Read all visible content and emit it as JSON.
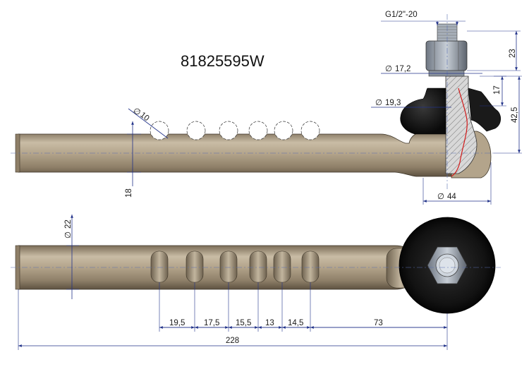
{
  "part_number": "81825595W",
  "dims": {
    "thread": "G1/2\"-20",
    "d_top": "23",
    "d_17_2": "17,2",
    "d_17": "17",
    "d_19_3": "19,3",
    "d_42_5": "42,5",
    "d_10": "10",
    "d_18": "18",
    "d_44": "44",
    "d_22": "22",
    "s1": "19,5",
    "s2": "17,5",
    "s3": "15,5",
    "s4": "13",
    "s5": "14,5",
    "s6": "73",
    "total": "228"
  },
  "colors": {
    "rod": "#b3a48b",
    "boot": "#151515",
    "nut": "#9aa3ae",
    "dimension": "#22338a",
    "seal_red": "#d11a1a"
  }
}
